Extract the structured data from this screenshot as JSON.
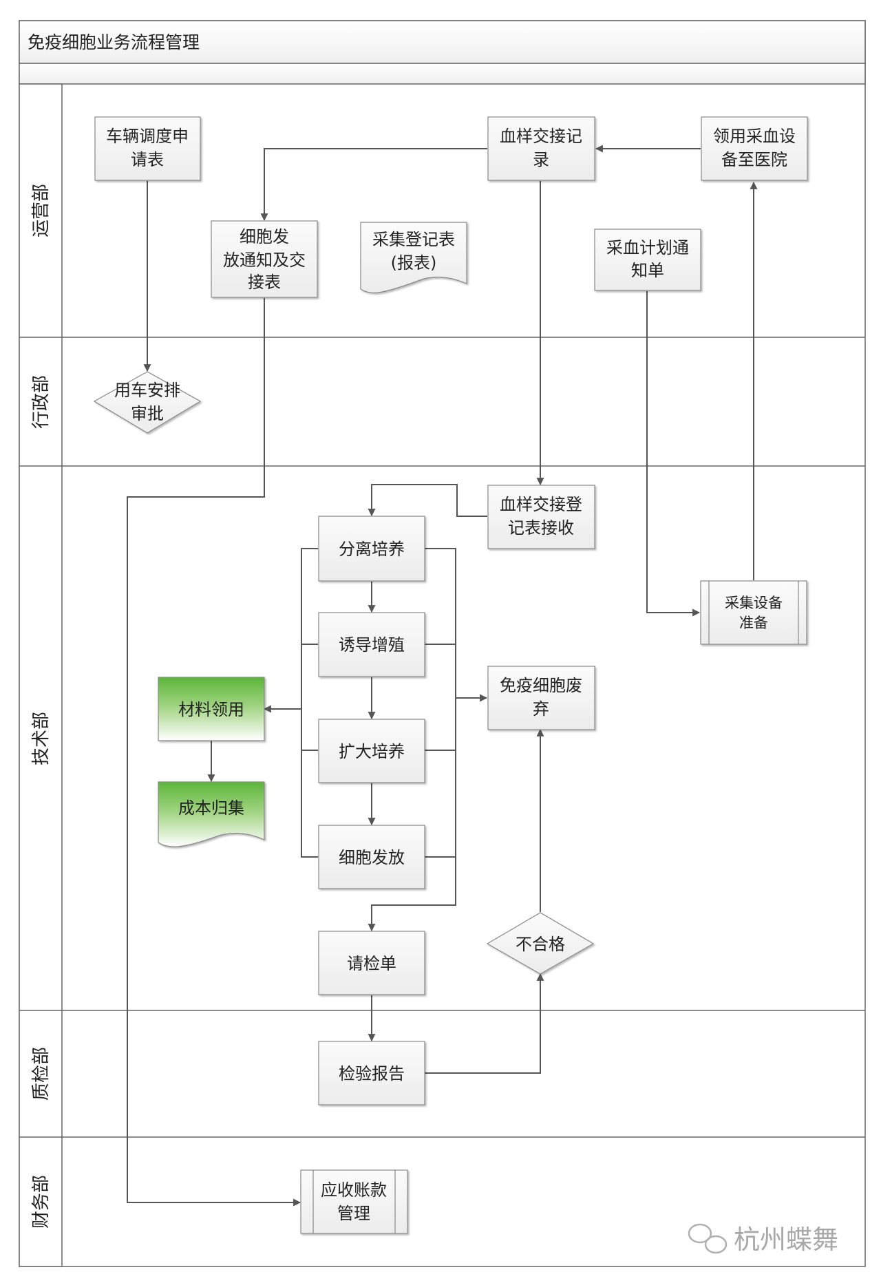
{
  "title": "免疫细胞业务流程管理",
  "lanes": [
    {
      "id": "ops",
      "label": "运营部"
    },
    {
      "id": "admin",
      "label": "行政部"
    },
    {
      "id": "tech",
      "label": "技术部"
    },
    {
      "id": "qc",
      "label": "质检部"
    },
    {
      "id": "finance",
      "label": "财务部"
    }
  ],
  "nodes": {
    "vehicle_request": [
      "车辆调度申",
      "请表"
    ],
    "blood_handover": [
      "血样交接记",
      "录"
    ],
    "get_equipment": [
      "领用采血设",
      "备至医院"
    ],
    "cell_release_notice": [
      "细胞发",
      "放通知及交",
      "接表"
    ],
    "collection_register": [
      "采集登记表",
      "(报表)"
    ],
    "blood_plan_notice": [
      "采血计划通",
      "知单"
    ],
    "vehicle_approval": [
      "用车安排",
      "审批"
    ],
    "handover_receive": [
      "血样交接登",
      "记表接收"
    ],
    "separation_culture": [
      "分离培养"
    ],
    "equipment_prep": [
      "采集设备",
      "准备"
    ],
    "induced_proliferation": [
      "诱导增殖"
    ],
    "material_requisition": [
      "材料领用"
    ],
    "cell_discard": [
      "免疫细胞废",
      "弃"
    ],
    "expanded_culture": [
      "扩大培养"
    ],
    "cost_collection": [
      "成本归集"
    ],
    "cell_release": [
      "细胞发放"
    ],
    "inspection_request": [
      "请检单"
    ],
    "unqualified": [
      "不合格"
    ],
    "inspection_report": [
      "检验报告"
    ],
    "receivables": [
      "应收账款",
      "管理"
    ]
  },
  "watermark": "杭州蝶舞",
  "colors": {
    "box_fill": "#f2f2f2",
    "green_top": "#5cb63a",
    "green_bottom": "#ffffff",
    "line": "#555555",
    "frame": "#666666"
  }
}
